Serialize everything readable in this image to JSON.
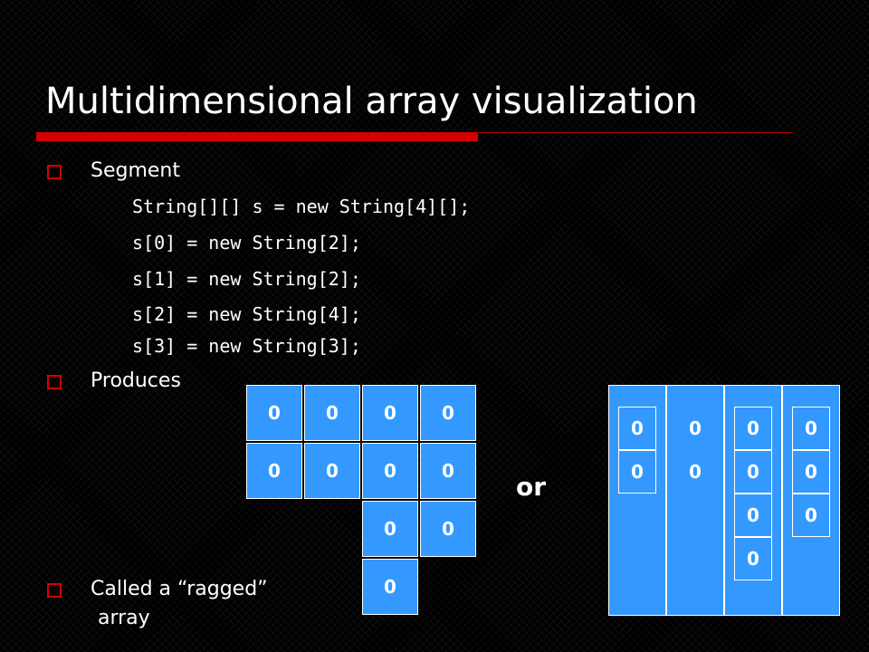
{
  "title": "Multidimensional array visualization",
  "bullets": {
    "segment": "Segment",
    "produces": "Produces",
    "ragged_line1": "Called a “ragged”",
    "ragged_line2": "array"
  },
  "code_lines": [
    "String[][] s = new String[4][];",
    "s[0] = new String[2];",
    "s[1] = new String[2];",
    "s[2] = new String[4];",
    "s[3] = new String[3];"
  ],
  "cell_value": "0",
  "or_label": "or",
  "colors": {
    "background": "#000000",
    "accent": "#d40000",
    "cell_fill": "#3399ff",
    "text": "#ffffff"
  },
  "left_layout_cells_per_row": [
    4,
    4,
    2,
    1
  ],
  "right_layout_cells_per_column": [
    2,
    2,
    4,
    3
  ]
}
